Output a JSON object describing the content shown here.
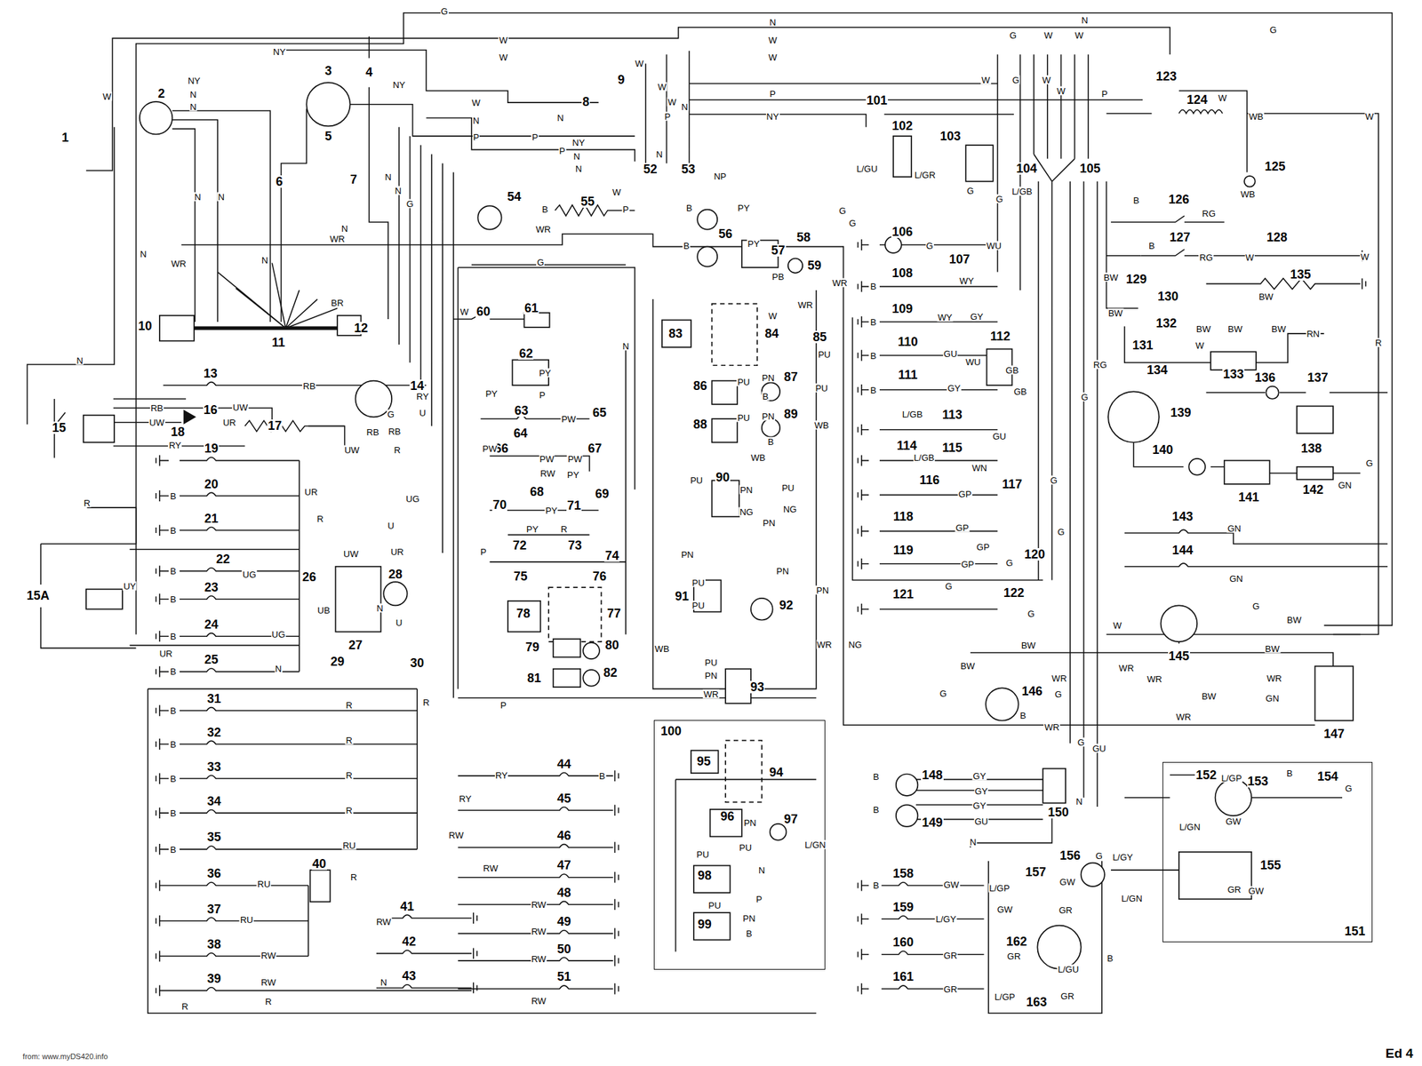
{
  "diagram": {
    "nodes": [
      {
        "text": [
          "100"
        ]
      },
      {
        "text": [
          "151"
        ]
      }
    ],
    "labels": [
      "1",
      "2",
      "3",
      "4",
      "5",
      "6",
      "7",
      "8",
      "9",
      "10",
      "11",
      "12",
      "13",
      "14",
      "15",
      "15A",
      "16",
      "17",
      "18",
      "19",
      "20",
      "21",
      "22",
      "23",
      "24",
      "25",
      "26",
      "27",
      "28",
      "29",
      "30",
      "31",
      "32",
      "33",
      "34",
      "35",
      "36",
      "37",
      "38",
      "39",
      "40",
      "41",
      "42",
      "43",
      "44",
      "45",
      "46",
      "47",
      "48",
      "49",
      "50",
      "51",
      "52",
      "53",
      "54",
      "55",
      "56",
      "57",
      "58",
      "59",
      "60",
      "61",
      "62",
      "63",
      "64",
      "65",
      "66",
      "67",
      "68",
      "69",
      "70",
      "71",
      "72",
      "73",
      "74",
      "75",
      "76",
      "77",
      "78",
      "79",
      "80",
      "81",
      "82",
      "83",
      "84",
      "85",
      "86",
      "87",
      "88",
      "89",
      "90",
      "91",
      "92",
      "93",
      "94",
      "95",
      "96",
      "97",
      "98",
      "99",
      "101",
      "102",
      "103",
      "104",
      "105",
      "106",
      "107",
      "108",
      "109",
      "110",
      "111",
      "112",
      "113",
      "114",
      "115",
      "116",
      "117",
      "118",
      "119",
      "120",
      "121",
      "122",
      "123",
      "124",
      "125",
      "126",
      "127",
      "128",
      "129",
      "130",
      "131",
      "132",
      "133",
      "134",
      "135",
      "136",
      "137",
      "138",
      "139",
      "140",
      "141",
      "142",
      "143",
      "144",
      "145",
      "146",
      "147",
      "148",
      "149",
      "150",
      "152",
      "153",
      "154",
      "155",
      "156",
      "157",
      "158",
      "159",
      "160",
      "161",
      "162",
      "163",
      "Ed 4",
      "from: www.myDS420.info",
      "W",
      "NY",
      "NY",
      "NY",
      "N",
      "N",
      "G",
      "W",
      "W",
      "N",
      "W",
      "W",
      "N",
      "G",
      "G",
      "W",
      "W",
      "W",
      "W",
      "W",
      "P",
      "N",
      "W",
      "G",
      "W",
      "W",
      "W",
      "W",
      "WB",
      "WB",
      "P",
      "P",
      "NY",
      "W",
      "N",
      "N",
      "P",
      "P",
      "NY",
      "N",
      "N",
      "P",
      "N",
      "NP",
      "W",
      "B",
      "P",
      "PY",
      "PY",
      "B",
      "B",
      "PB",
      "G",
      "WR",
      "WR",
      "G",
      "G",
      "WR",
      "N",
      "N",
      "N",
      "N",
      "N",
      "N",
      "G",
      "N",
      "N",
      "BR",
      "RB",
      "RB",
      "UW",
      "UW",
      "UR",
      "RY",
      "RY",
      "U",
      "G",
      "RB",
      "RB",
      "R",
      "UW",
      "UR",
      "R",
      "U",
      "UG",
      "UW",
      "UG",
      "UY",
      "UB",
      "N",
      "U",
      "UR",
      "UG",
      "UR",
      "N",
      "R",
      "R",
      "R",
      "R",
      "R",
      "RU",
      "RU",
      "RU",
      "RW",
      "RW",
      "R",
      "R",
      "R",
      "R",
      "RY",
      "RY",
      "RW",
      "RW",
      "RW",
      "RW",
      "RW",
      "RW",
      "RW",
      "N",
      "P",
      "PY",
      "PY",
      "PW",
      "P",
      "PW",
      "PW",
      "PW",
      "RW",
      "PY",
      "PY",
      "PY",
      "R",
      "P",
      "N",
      "W",
      "W",
      "WR",
      "WR",
      "PU",
      "PU",
      "PN",
      "B",
      "PU",
      "PU",
      "PN",
      "B",
      "WB",
      "WB",
      "PU",
      "PU",
      "PN",
      "NG",
      "PN",
      "NG",
      "PN",
      "PN",
      "PU",
      "PU",
      "PN",
      "WB",
      "PU",
      "PN",
      "WR",
      "WR",
      "NG",
      "PU",
      "PN",
      "PU",
      "N",
      "P",
      "PU",
      "PN",
      "B",
      "L/GN",
      "L/GU",
      "L/GR",
      "G",
      "G",
      "L/GB",
      "G",
      "WU",
      "WY",
      "WY",
      "GY",
      "GU",
      "GY",
      "WU",
      "GB",
      "GB",
      "L/GB",
      "GU",
      "L/GB",
      "WN",
      "GP",
      "GP",
      "GP",
      "GP",
      "G",
      "G",
      "G",
      "G",
      "G",
      "G",
      "RG",
      "RG",
      "RG",
      "W",
      "B",
      "B",
      "W",
      "BW",
      "BW",
      "BW",
      "BW",
      "BW",
      "BW",
      "RN",
      "W",
      "R",
      "G",
      "GN",
      "GN",
      "GN",
      "W",
      "G",
      "BW",
      "BW",
      "BW",
      "WR",
      "WR",
      "WR",
      "WR",
      "WR",
      "WR",
      "BW",
      "BW",
      "GN",
      "G",
      "B",
      "G",
      "G",
      "GU",
      "GY",
      "GY",
      "GY",
      "GU",
      "N",
      "N",
      "L/GP",
      "B",
      "G",
      "L/GN",
      "GW",
      "GR",
      "GW",
      "L/GN",
      "G",
      "L/GY",
      "L/GP",
      "GW",
      "GW",
      "L/GY",
      "GW",
      "GR",
      "GR",
      "GR",
      "GR",
      "L/GU",
      "L/GP",
      "GR",
      "B",
      "B",
      "B",
      "B",
      "B",
      "B",
      "B",
      "B",
      "B",
      "B",
      "B",
      "B",
      "B",
      "B",
      "B",
      "B",
      "B",
      "B",
      "B",
      "B"
    ]
  }
}
